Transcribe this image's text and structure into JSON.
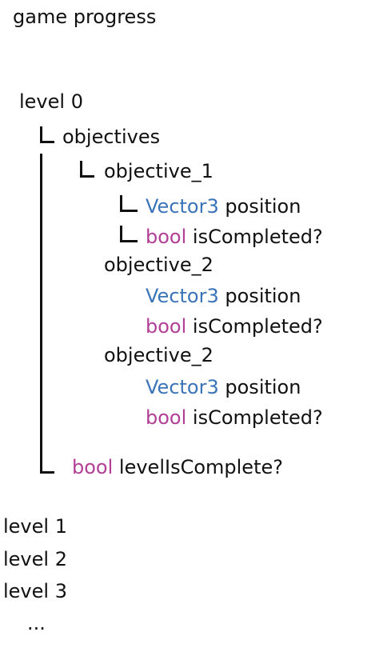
{
  "title": "game progress",
  "level0": {
    "label": "level 0",
    "objectives_label": "objectives",
    "objectives": [
      {
        "name": "objective_1",
        "fields": [
          {
            "type": "Vector3",
            "name": "position"
          },
          {
            "type": "bool",
            "name": "isCompleted?"
          }
        ]
      },
      {
        "name": "objective_2",
        "fields": [
          {
            "type": "Vector3",
            "name": "position"
          },
          {
            "type": "bool",
            "name": "isCompleted?"
          }
        ]
      },
      {
        "name": "objective_2",
        "fields": [
          {
            "type": "Vector3",
            "name": "position"
          },
          {
            "type": "bool",
            "name": "isCompleted?"
          }
        ]
      }
    ],
    "complete_field": {
      "type": "bool",
      "name": "levelIsComplete?"
    }
  },
  "other_levels": [
    "level 1",
    "level 2",
    "level 3"
  ],
  "ellipsis": "...",
  "colors": {
    "vector3_type": "#3b73b9",
    "bool_type": "#b23f96",
    "text": "#111111"
  }
}
